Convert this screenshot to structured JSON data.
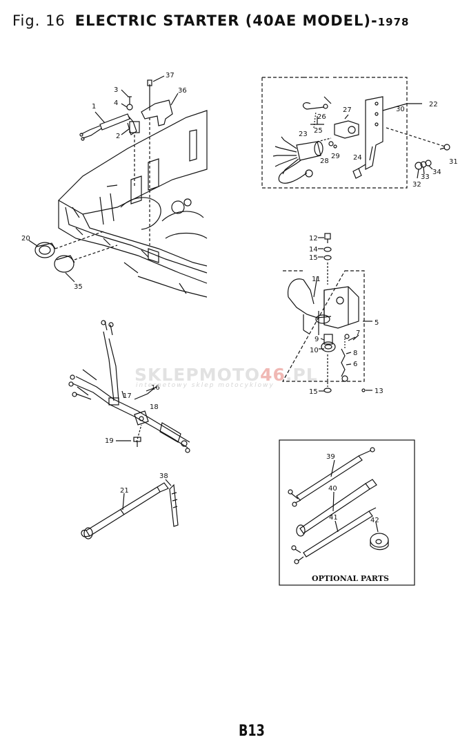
{
  "header": {
    "fig": "Fig. 16",
    "title": "ELECTRIC STARTER (40AE MODEL)-",
    "year": "1978"
  },
  "watermark": {
    "brand_a": "SKLEPMOTO",
    "brand_b": "46",
    "brand_c": ".PL",
    "tagline": "internetowy sklep motocyklowy"
  },
  "optional_box": {
    "label": "OPTIONAL PARTS"
  },
  "page_number": "B13",
  "callouts": {
    "c1": "1",
    "c2": "2",
    "c3": "3",
    "c4": "4",
    "c5": "5",
    "c6": "6",
    "c7": "7",
    "c8": "8",
    "c9": "9",
    "c10": "10",
    "c11": "11",
    "c12": "12",
    "c13": "13",
    "c14": "14",
    "c15a": "15",
    "c15b": "15",
    "c16": "16",
    "c17": "17",
    "c18": "18",
    "c19": "19",
    "c20": "20",
    "c21": "21",
    "c22": "22",
    "c23": "23",
    "c24": "24",
    "c25": "25",
    "c26": "26",
    "c27": "27",
    "c28": "28",
    "c29": "29",
    "c30": "30",
    "c31": "31",
    "c32": "32",
    "c33": "33",
    "c34": "34",
    "c35": "35",
    "c36": "36",
    "c37": "37",
    "c38": "38",
    "c39": "39",
    "c40": "40",
    "c41": "41",
    "c42": "42"
  }
}
